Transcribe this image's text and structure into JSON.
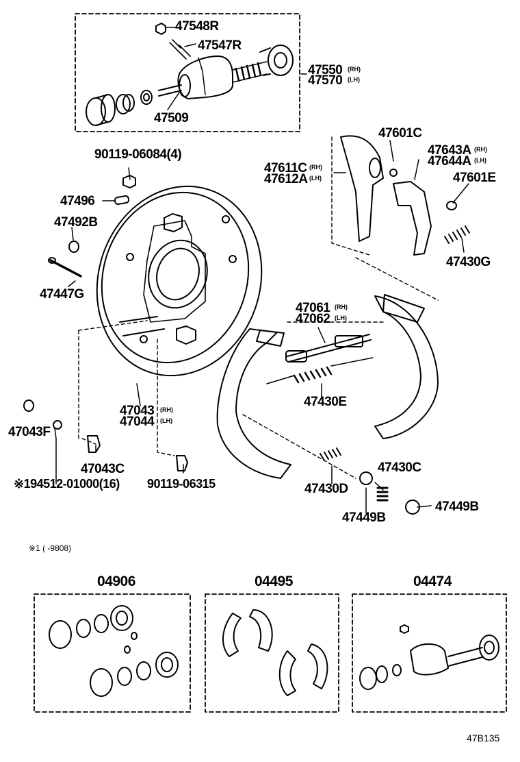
{
  "diagram": {
    "labels": {
      "p47548R": "47548R",
      "p47547R": "47547R",
      "p47550": "47550",
      "p47570": "47570",
      "p47509": "47509",
      "p90119_06084": "90119-06084(4)",
      "p47496": "47496",
      "p47492B": "47492B",
      "p47447G": "47447G",
      "p47601C": "47601C",
      "p47611C": "47611C",
      "p47612A": "47612A",
      "p47643A": "47643A",
      "p47644A": "47644A",
      "p47601E": "47601E",
      "p47430G": "47430G",
      "p47061": "47061",
      "p47062": "47062",
      "p47430E": "47430E",
      "p47043": "47043",
      "p47044": "47044",
      "p47043F": "47043F",
      "p47043C": "47043C",
      "p94512": "※194512-01000(16)",
      "p90119_06315": "90119-06315",
      "p47430C": "47430C",
      "p47430D": "47430D",
      "p47449B_a": "47449B",
      "p47449B_b": "47449B"
    },
    "sides": {
      "rh": "(RH)",
      "lh": "(LH)"
    },
    "note": "※1 (      -9808)",
    "kits": [
      "04906",
      "04495",
      "04474"
    ],
    "figure_code": "47B135"
  }
}
